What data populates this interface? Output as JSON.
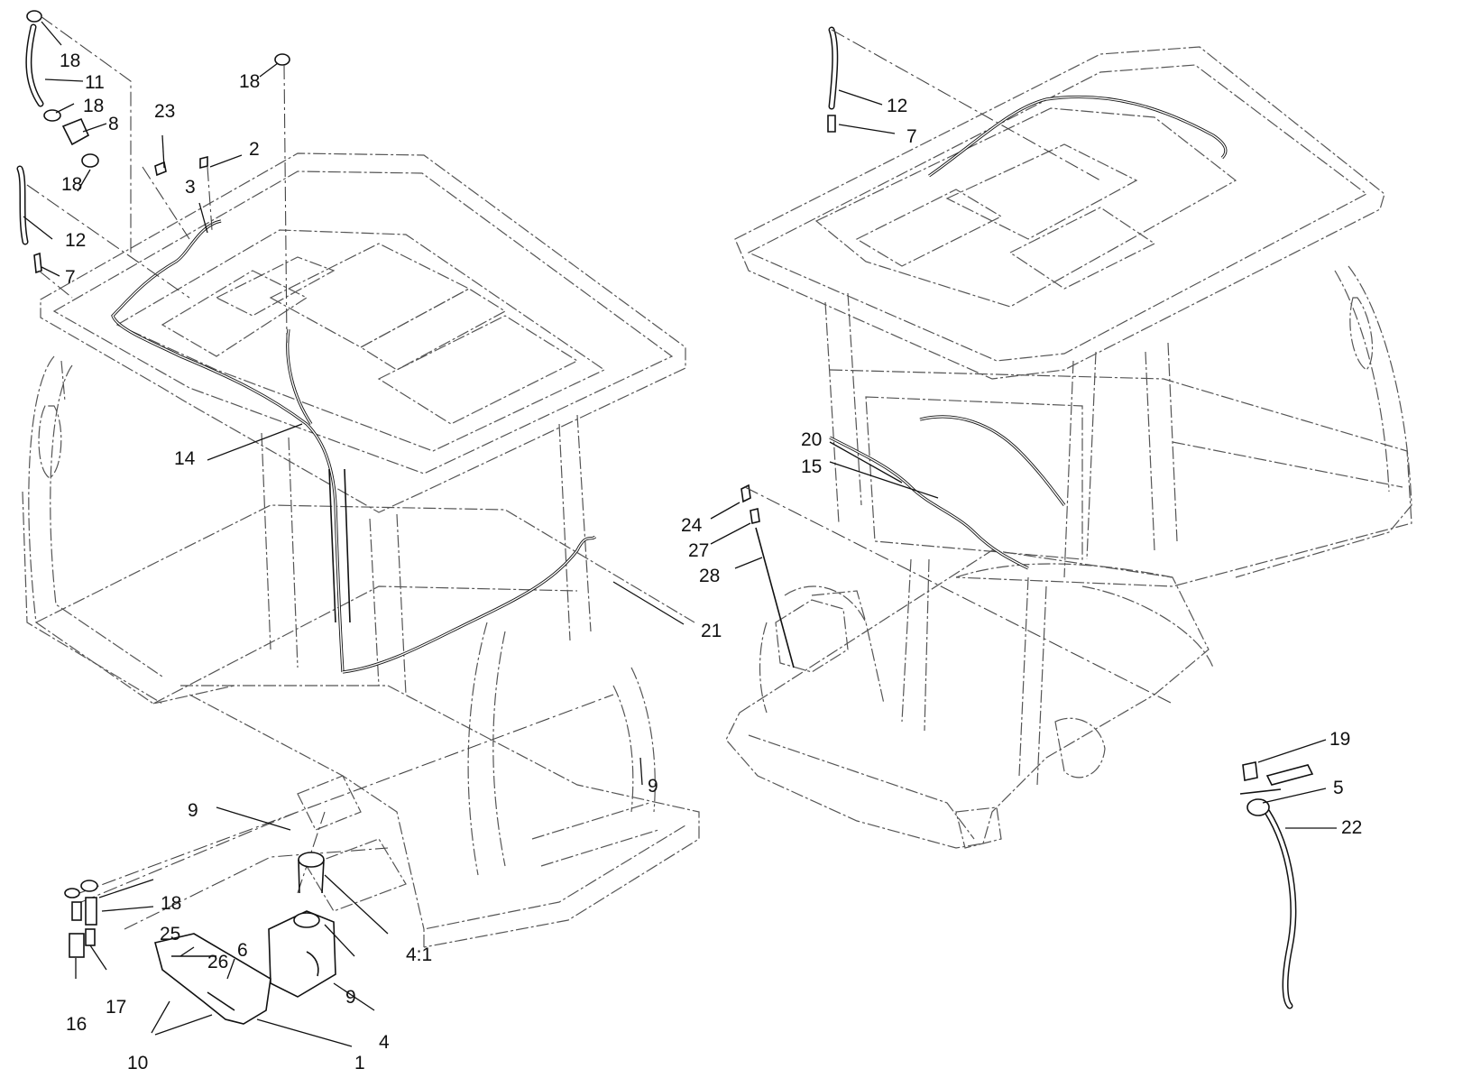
{
  "callouts": {
    "left": [
      {
        "label": "18"
      },
      {
        "label": "11"
      },
      {
        "label": "18"
      },
      {
        "label": "8"
      },
      {
        "label": "18"
      },
      {
        "label": "12"
      },
      {
        "label": "7"
      },
      {
        "label": "18"
      },
      {
        "label": "23"
      },
      {
        "label": "2"
      },
      {
        "label": "3"
      },
      {
        "label": "14"
      },
      {
        "label": "21"
      },
      {
        "label": "9"
      },
      {
        "label": "9"
      },
      {
        "label": "18"
      },
      {
        "label": "25"
      },
      {
        "label": "26"
      },
      {
        "label": "6"
      },
      {
        "label": "16"
      },
      {
        "label": "17"
      },
      {
        "label": "9"
      },
      {
        "label": "4:1"
      },
      {
        "label": "4"
      },
      {
        "label": "10"
      },
      {
        "label": "1"
      }
    ],
    "right": [
      {
        "label": "12"
      },
      {
        "label": "7"
      },
      {
        "label": "20"
      },
      {
        "label": "15"
      },
      {
        "label": "24"
      },
      {
        "label": "27"
      },
      {
        "label": "28"
      },
      {
        "label": "19"
      },
      {
        "label": "5"
      },
      {
        "label": "22"
      }
    ]
  },
  "icons": {
    "left_assembly": "vehicle-frame-rops-cooling-assembly-icon",
    "right_assembly": "vehicle-frame-rear-view-assembly-icon",
    "reservoir": "coolant-reservoir-icon",
    "hose": "hose-icon",
    "clamp": "hose-clamp-icon",
    "fitting": "fitting-icon"
  },
  "colors": {
    "ink": "#111111",
    "phantom": "#555555",
    "background": "#ffffff"
  }
}
